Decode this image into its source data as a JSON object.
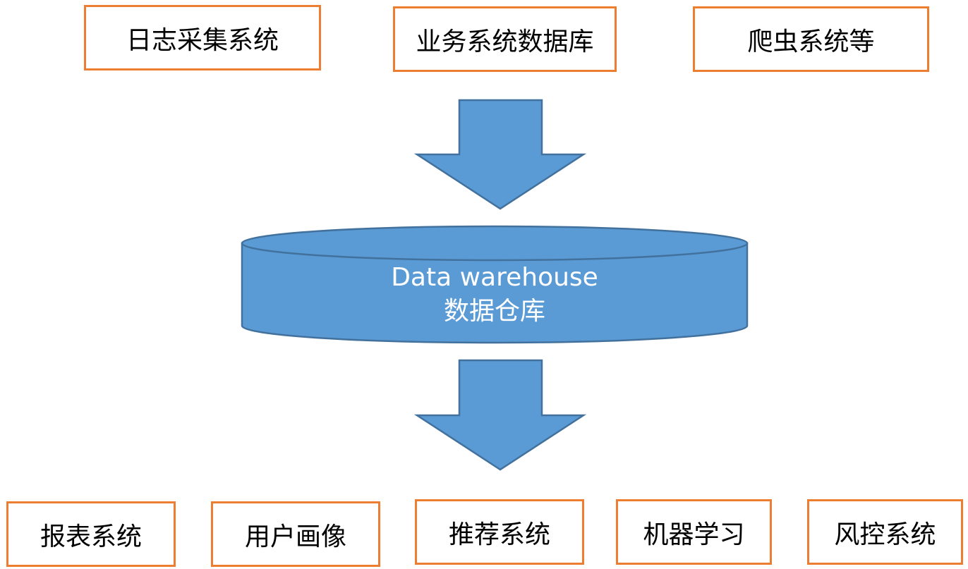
{
  "sources": [
    {
      "label": "日志采集系统"
    },
    {
      "label": "业务系统数据库"
    },
    {
      "label": "爬虫系统等"
    }
  ],
  "warehouse": {
    "title_en": "Data warehouse",
    "title_cn": "数据仓库"
  },
  "outputs": [
    {
      "label": "报表系统"
    },
    {
      "label": "用户画像"
    },
    {
      "label": "推荐系统"
    },
    {
      "label": "机器学习"
    },
    {
      "label": "风控系统"
    }
  ],
  "colors": {
    "box_border": "#ED7D31",
    "shape_fill": "#5B9BD5",
    "shape_stroke": "#41719C",
    "box_text": "#000000",
    "shape_text": "#FFFFFF"
  }
}
